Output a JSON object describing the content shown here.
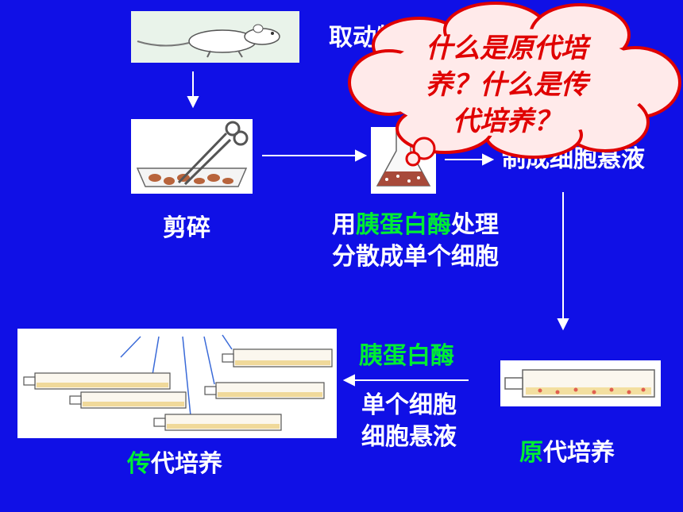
{
  "labels": {
    "take_tissue": "取动物",
    "mince": "剪碎",
    "step_trypsin_pre": "用",
    "step_trypsin_enzyme": "胰蛋白酶",
    "step_trypsin_post": "处理",
    "step_disperse": "分散成单个细胞",
    "make_suspension": "制成细胞悬液",
    "enzyme": "胰蛋白酶",
    "single_cell": "单个细胞",
    "cell_suspension": "细胞悬液",
    "primary_first": "原",
    "primary_rest": "代培养",
    "passage_first": "传",
    "passage_rest": "代培养"
  },
  "bubble": {
    "line1": "什么是原代培",
    "line2": "养？什么是传",
    "line3": "代培养？"
  }
}
